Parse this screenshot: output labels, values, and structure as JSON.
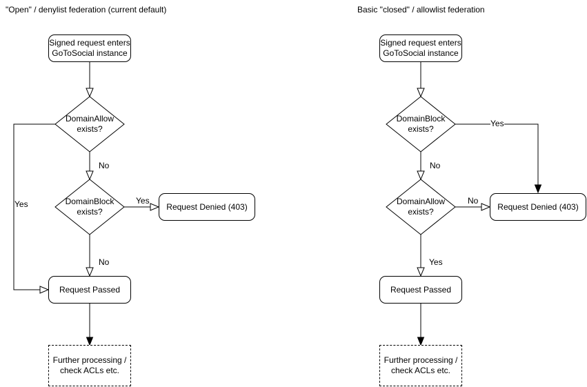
{
  "left": {
    "title": "\"Open\" / denylist federation (current default)",
    "nodes": {
      "start": "Signed request enters\nGoToSocial instance",
      "domain_allow": "DomainAllow\nexists?",
      "domain_block": "DomainBlock\nexists?",
      "denied": "Request Denied (403)",
      "passed": "Request Passed",
      "further": "Further processing /\ncheck ACLs etc."
    },
    "labels": {
      "allow_yes": "Yes",
      "allow_no": "No",
      "block_yes": "Yes",
      "block_no": "No"
    }
  },
  "right": {
    "title": "Basic \"closed\" / allowlist federation",
    "nodes": {
      "start": "Signed request enters\nGoToSocial instance",
      "domain_block": "DomainBlock\nexists?",
      "domain_allow": "DomainAllow\nexists?",
      "denied": "Request Denied (403)",
      "passed": "Request Passed",
      "further": "Further processing /\ncheck ACLs etc."
    },
    "labels": {
      "block_yes": "Yes",
      "block_no": "No",
      "allow_no": "No",
      "allow_yes": "Yes"
    }
  },
  "colors": {
    "stroke": "#000000",
    "node_fill": "#ffffff",
    "text": "#000000",
    "background": "#ffffff"
  }
}
